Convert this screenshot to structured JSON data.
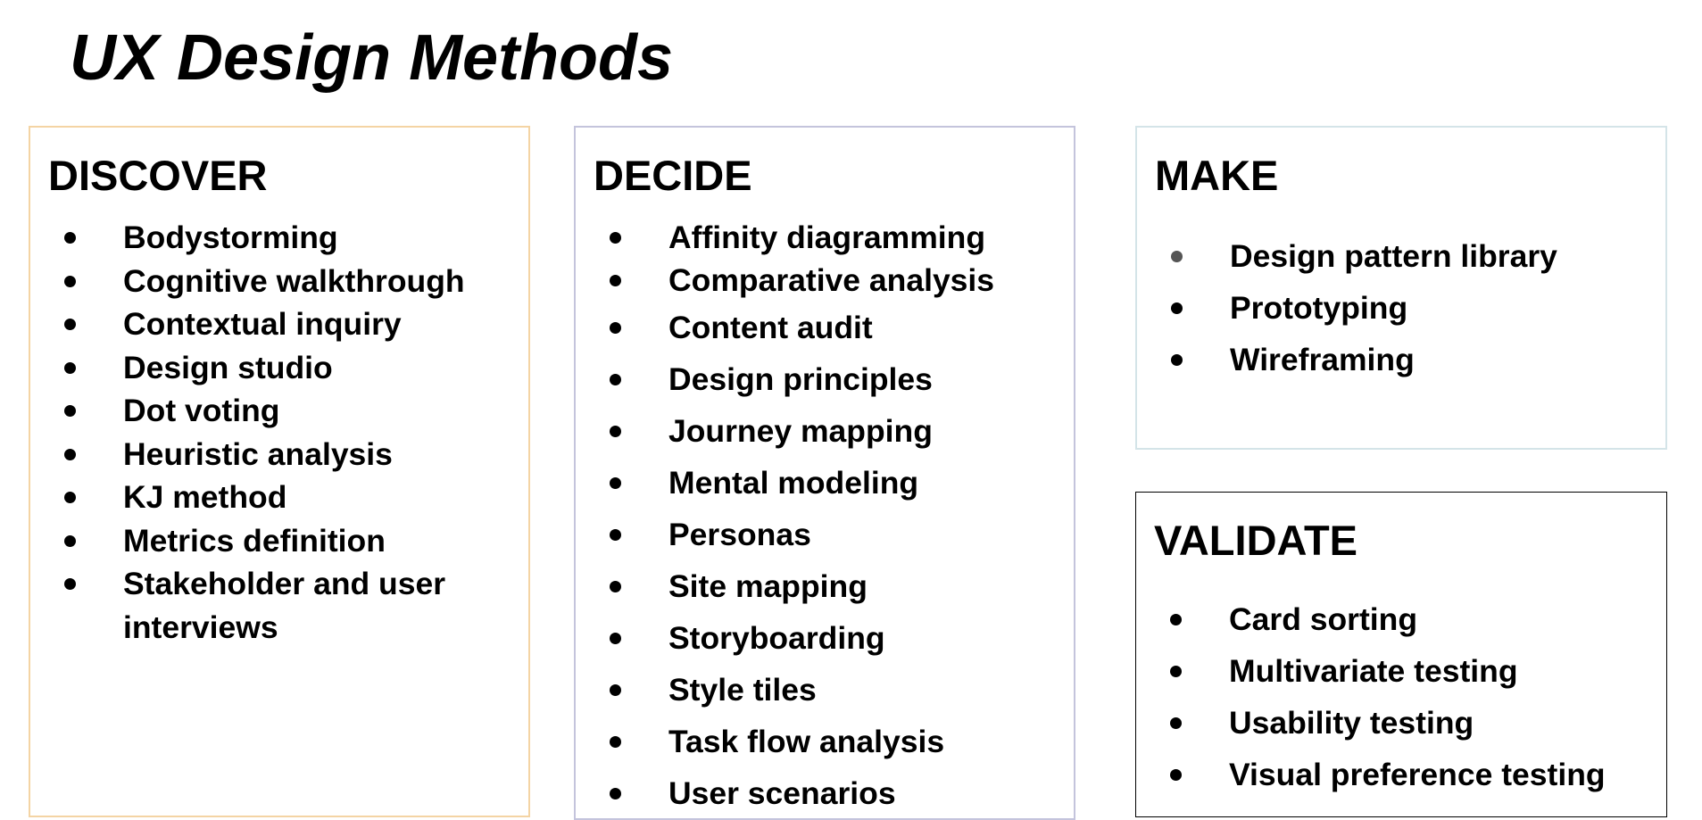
{
  "title": "UX Design Methods",
  "colors": {
    "discover_border": "#f4d4a4",
    "decide_border": "#c4c4dc",
    "make_border": "#d4e4e8",
    "validate_border": "#000000",
    "make_first_bullet": "#555555"
  },
  "sections": [
    {
      "heading": "DISCOVER",
      "items": [
        "Bodystorming",
        "Cognitive walkthrough",
        "Contextual inquiry",
        "Design studio",
        "Dot voting",
        "Heuristic analysis",
        "KJ method",
        "Metrics definition",
        "Stakeholder and user interviews"
      ]
    },
    {
      "heading": "DECIDE",
      "items": [
        "Affinity diagramming",
        "Comparative analysis",
        "Content audit",
        "Design principles",
        "Journey mapping",
        "Mental modeling",
        "Personas",
        "Site mapping",
        "Storyboarding",
        "Style tiles",
        "Task flow analysis",
        "User scenarios"
      ]
    },
    {
      "heading": "MAKE",
      "items": [
        "Design pattern library",
        "Prototyping",
        "Wireframing"
      ]
    },
    {
      "heading": "VALIDATE",
      "items": [
        "Card sorting",
        "Multivariate testing",
        "Usability testing",
        "Visual preference testing"
      ]
    }
  ]
}
